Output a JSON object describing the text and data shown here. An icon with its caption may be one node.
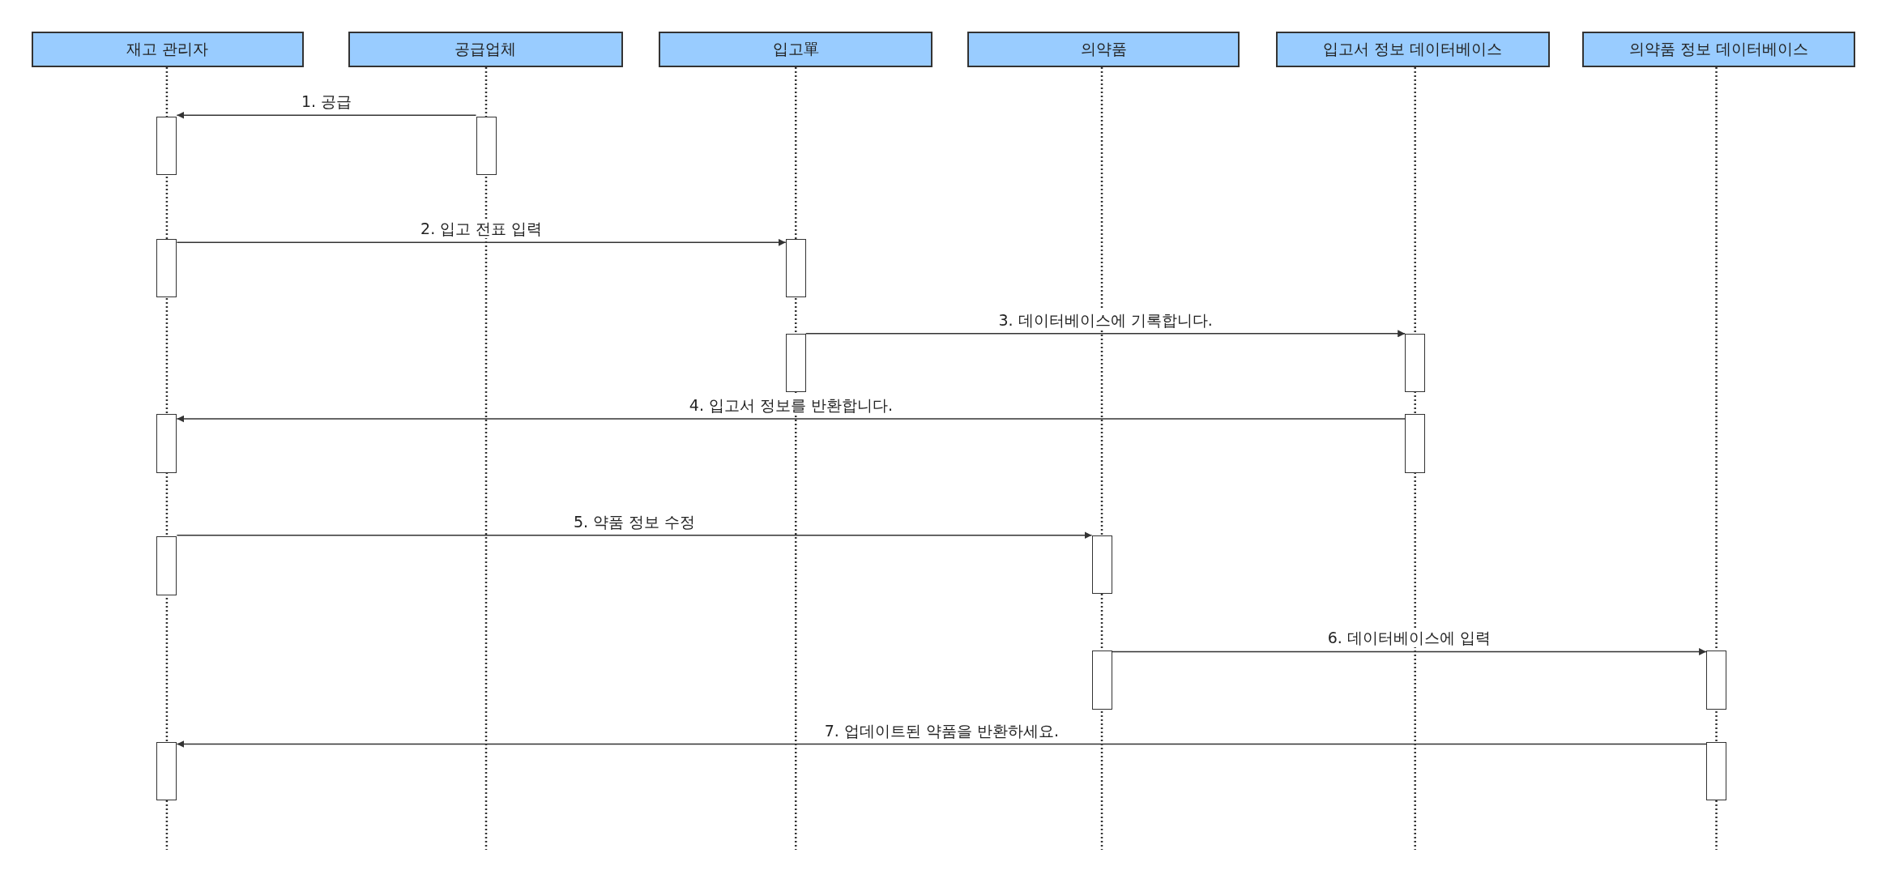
{
  "diagram": {
    "nodes": [
      {
        "text": [
          "재고 관리자"
        ]
      },
      {
        "text": [
          "공급업체"
        ]
      },
      {
        "text": [
          "입고單"
        ]
      },
      {
        "text": [
          "의약품"
        ]
      },
      {
        "text": [
          "입고서 정보 데이터베이스"
        ]
      },
      {
        "text": [
          "의약품 정보 데이터베이스"
        ]
      },
      {
        "text": [],
        "shape": "bar"
      },
      {
        "text": [],
        "shape": "bar"
      },
      {
        "text": [],
        "shape": "bar"
      },
      {
        "text": [],
        "shape": "bar"
      },
      {
        "text": [],
        "shape": "bar"
      },
      {
        "text": [],
        "shape": "bar"
      },
      {
        "text": [],
        "shape": "bar"
      },
      {
        "text": [],
        "shape": "bar"
      },
      {
        "text": [],
        "shape": "bar"
      },
      {
        "text": [],
        "shape": "bar"
      },
      {
        "text": [],
        "shape": "bar"
      },
      {
        "text": [],
        "shape": "bar"
      },
      {
        "text": [],
        "shape": "bar"
      },
      {
        "text": [],
        "shape": "bar"
      }
    ],
    "edges": [
      {
        "from": 7,
        "to": 6,
        "arrow": "to",
        "label": "1. 공급"
      },
      {
        "from": 8,
        "to": 9,
        "arrow": "to",
        "label": "2. 입고 전표 입력"
      },
      {
        "from": 10,
        "to": 11,
        "arrow": "to",
        "label": "3. 데이터베이스에 기록합니다."
      },
      {
        "from": 13,
        "to": 12,
        "arrow": "to",
        "label": "4. 입고서 정보를 반환합니다."
      },
      {
        "from": 14,
        "to": 15,
        "arrow": "to",
        "label": "5. 약품 정보 수정"
      },
      {
        "from": 16,
        "to": 17,
        "arrow": "to",
        "label": "6. 데이터베이스에 입력"
      },
      {
        "from": 19,
        "to": 18,
        "arrow": "to",
        "label": "7. 업데이트된 약품을 반환하세요."
      }
    ]
  }
}
